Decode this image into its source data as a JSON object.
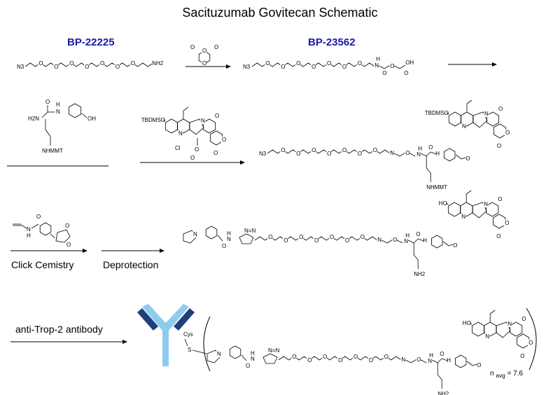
{
  "title": "Sacituzumab Govitecan Schematic",
  "compounds": {
    "first": "BP-22225",
    "second": "BP-23562"
  },
  "steps": {
    "click": "Click Cemistry",
    "deprotect": "Deprotection",
    "antibody": "anti-Trop-2 antibody"
  },
  "ratio": {
    "n_label": "n",
    "sub": "avg",
    "value": "= 7.6"
  },
  "atoms": {
    "azide": "N3",
    "amine": "NH2",
    "o": "O",
    "oh": "OH",
    "cooh": "OH",
    "n": "N",
    "nh": "H",
    "h2n": "H2N",
    "nhmmt": "NHMMT",
    "tbdmso": "TBDMSO",
    "ho": "HO",
    "cl": "Cl",
    "cys": "Cys",
    "s": "S"
  },
  "colors": {
    "compound_label": "#1a1aa6",
    "antibody_light": "#8ecbee",
    "antibody_dark": "#1e3f7a"
  }
}
